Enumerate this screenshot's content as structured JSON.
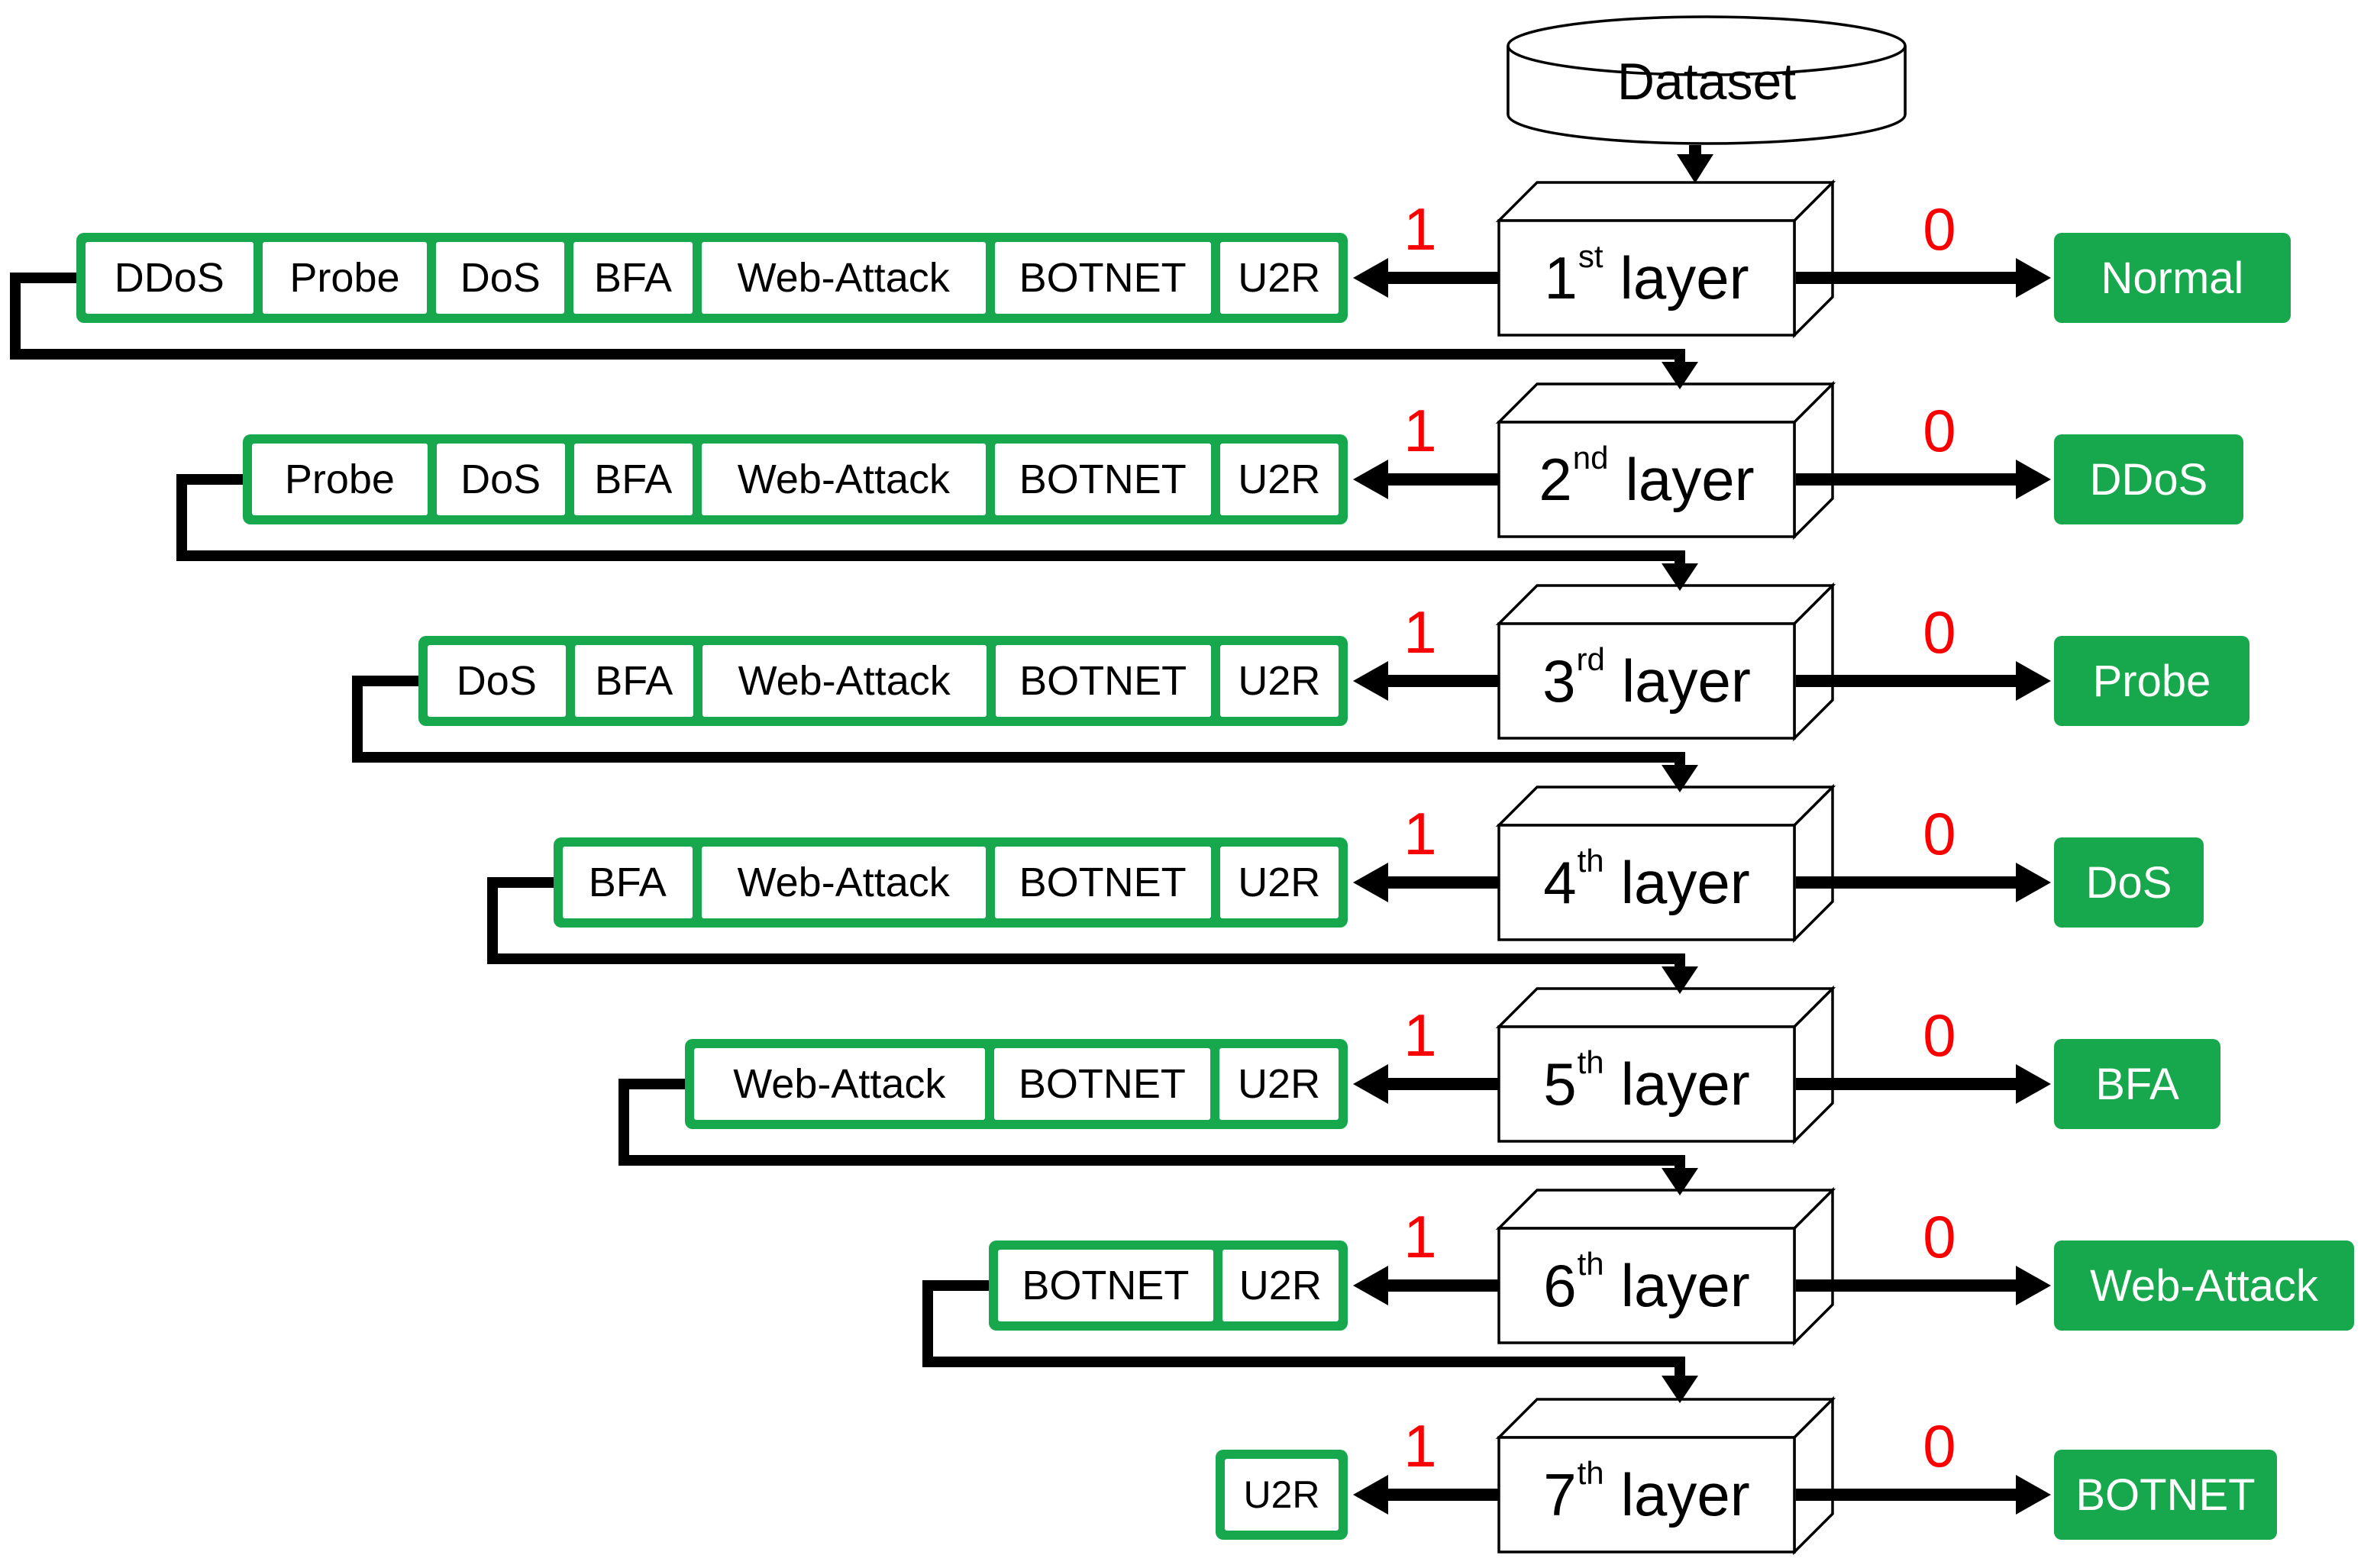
{
  "diagram": {
    "dataset_label": "Dataset",
    "branch": {
      "true_label": "1",
      "false_label": "0"
    },
    "colors": {
      "green": "#17A74C",
      "red": "#FB0000",
      "line": "#000000"
    },
    "rows": [
      {
        "layer": {
          "ordinal": "1",
          "suffix": "st",
          "word": "layer"
        },
        "remaining": [
          "DDoS",
          "Probe",
          "DoS",
          "BFA",
          "Web-Attack",
          "BOTNET",
          "U2R"
        ],
        "output": "Normal"
      },
      {
        "layer": {
          "ordinal": "2",
          "suffix": "nd",
          "word": "layer"
        },
        "remaining": [
          "Probe",
          "DoS",
          "BFA",
          "Web-Attack",
          "BOTNET",
          "U2R"
        ],
        "output": "DDoS"
      },
      {
        "layer": {
          "ordinal": "3",
          "suffix": "rd",
          "word": "layer"
        },
        "remaining": [
          "DoS",
          "BFA",
          "Web-Attack",
          "BOTNET",
          "U2R"
        ],
        "output": "Probe"
      },
      {
        "layer": {
          "ordinal": "4",
          "suffix": "th",
          "word": "layer"
        },
        "remaining": [
          "BFA",
          "Web-Attack",
          "BOTNET",
          "U2R"
        ],
        "output": "DoS"
      },
      {
        "layer": {
          "ordinal": "5",
          "suffix": "th",
          "word": "layer"
        },
        "remaining": [
          "Web-Attack",
          "BOTNET",
          "U2R"
        ],
        "output": "BFA"
      },
      {
        "layer": {
          "ordinal": "6",
          "suffix": "th",
          "word": "layer"
        },
        "remaining": [
          "BOTNET",
          "U2R"
        ],
        "output": "Web-Attack"
      },
      {
        "layer": {
          "ordinal": "7",
          "suffix": "th",
          "word": "layer"
        },
        "remaining": [
          "U2R"
        ],
        "output": "BOTNET"
      }
    ]
  }
}
